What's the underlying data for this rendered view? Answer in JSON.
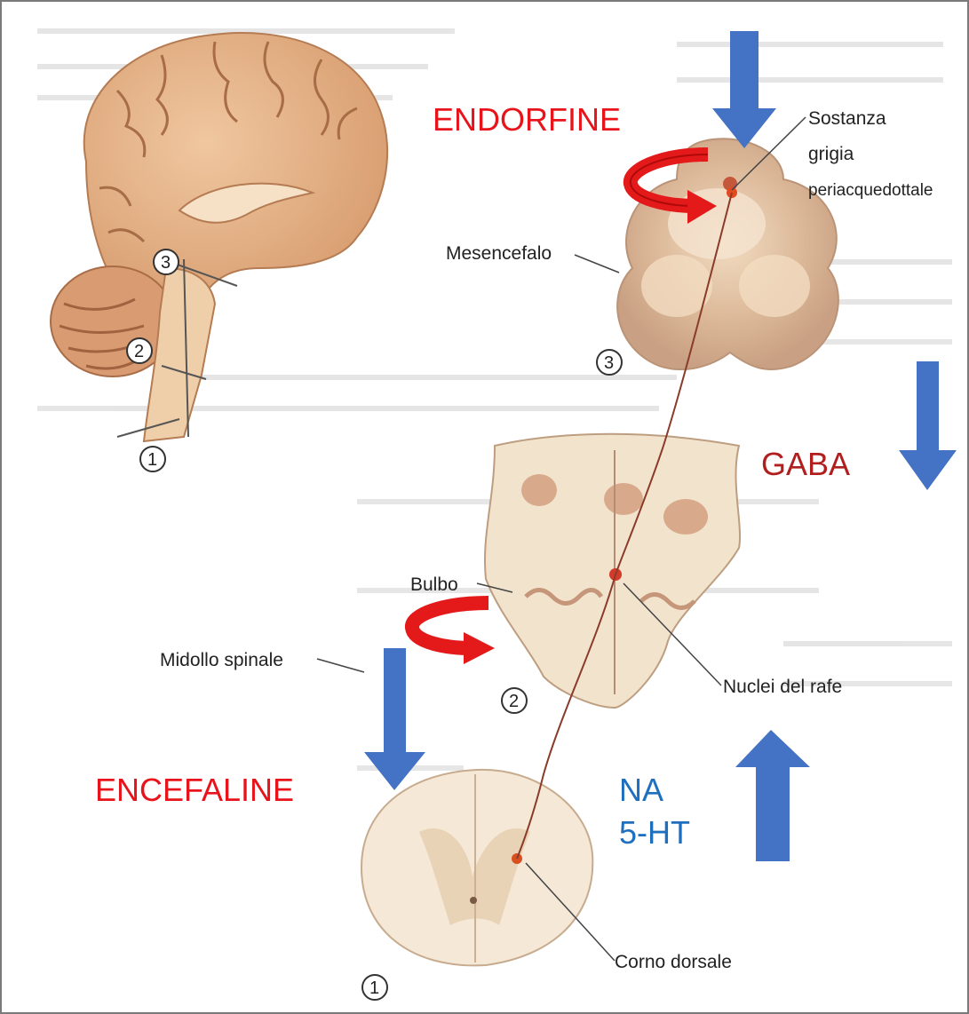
{
  "labels": {
    "endorfine": "ENDORFINE",
    "gaba": "GABA",
    "encefaline": "ENCEFALINE",
    "na": "NA",
    "ht": "5-HT",
    "sostanza_1": "Sostanza",
    "sostanza_2": "grigia",
    "sostanza_3": "periacquedottale",
    "mesencefalo": "Mesencefalo",
    "bulbo": "Bulbo",
    "nuclei": "Nuclei del rafe",
    "midollo": "Midollo spinale",
    "corno": "Corno dorsale"
  },
  "numbers": {
    "n1": "1",
    "n2": "2",
    "n3": "3"
  },
  "colors": {
    "red_text": "#e8141b",
    "dark_red_text": "#b01e1e",
    "blue_text": "#1f6fbf",
    "arrow_blue": "#4472c4",
    "curl_red": "#e41a1a",
    "tissue": "#e9d3b6",
    "brain": "#e7b48a"
  }
}
